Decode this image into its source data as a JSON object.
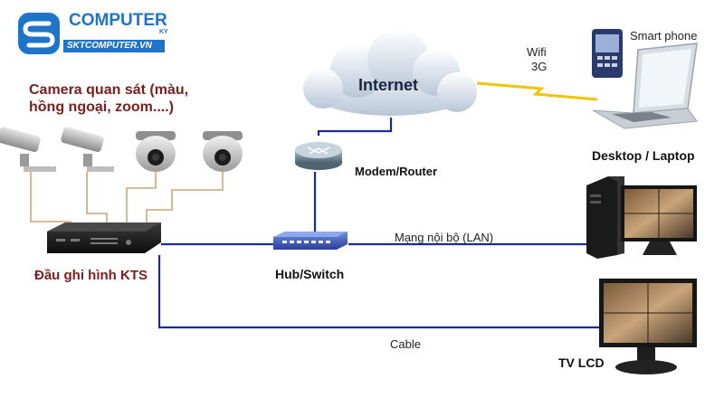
{
  "logo": {
    "brand": "COMPUTER",
    "superscript": "KY",
    "domain": "SKTCOMPUTER.VN"
  },
  "labels": {
    "cameras": "Camera quan sát (màu, hồng ngoại, zoom....)",
    "cameras_line1": "Camera quan sát (màu,",
    "cameras_line2": "hồng ngoại, zoom....)",
    "internet": "Internet",
    "wifi": "Wifi",
    "g3": "3G",
    "smartphone": "Smart phone",
    "desktop_laptop": "Desktop / Laptop",
    "modem_router": "Modem/Router",
    "hub_switch": "Hub/Switch",
    "lan": "Mạng nội bộ (LAN)",
    "dvr": "Đầu ghi hình KTS",
    "cable": "Cable",
    "tv_lcd": "TV LCD"
  },
  "colors": {
    "brand_blue": "#1e74c8",
    "cable_blue": "#1a2a9a",
    "camera_wire": "#c9a97a",
    "wifi_link": "#f0c400",
    "label_red": "#7a1e1e"
  }
}
